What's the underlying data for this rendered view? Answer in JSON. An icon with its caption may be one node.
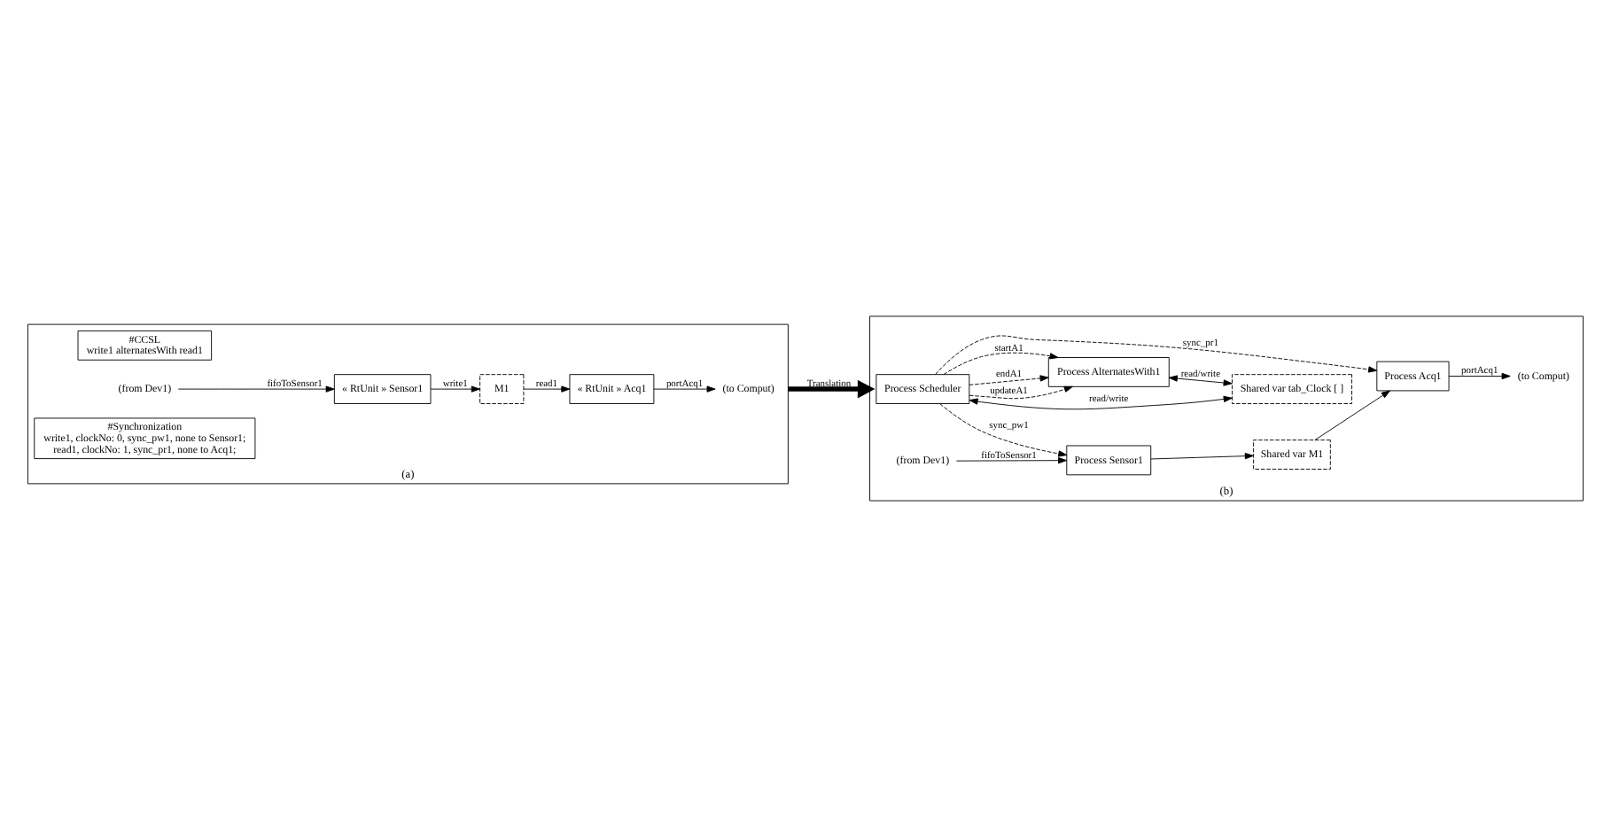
{
  "diagram": {
    "nodes": [
      {
        "text": [],
        "shape": "box",
        "beside": [
          "(a)"
        ]
      },
      {
        "text": [
          "#CCSL",
          "write1 alternatesWith read1"
        ],
        "in": 0
      },
      {
        "text": [
          "« RtUnit » Sensor1"
        ],
        "in": 0
      },
      {
        "text": [
          "M1"
        ],
        "in": 0
      },
      {
        "text": [
          "« RtUnit » Acq1"
        ],
        "in": 0
      },
      {
        "text": [
          "(from Dev1)"
        ],
        "in": 0
      },
      {
        "text": [
          "(to Comput)"
        ],
        "in": 0
      },
      {
        "text": [
          "#Synchronization",
          "write1, clockNo: 0, sync_pw1, none to Sensor1;",
          "read1, clockNo: 1, sync_pr1, none to Acq1;"
        ],
        "in": 0
      },
      {
        "text": [],
        "shape": "box",
        "beside": [
          "(b)"
        ]
      },
      {
        "text": [
          "Shared var tab_Clock [ ]"
        ],
        "in": 8
      },
      {
        "text": [
          "Process Scheduler"
        ],
        "in": 8
      },
      {
        "text": [
          "Process AlternatesWith1"
        ],
        "in": 8
      },
      {
        "text": [
          "Process Sensor1"
        ],
        "in": 8
      },
      {
        "text": [
          "Shared var M1"
        ],
        "in": 8
      },
      {
        "text": [
          "Process Acq1"
        ],
        "in": 8
      },
      {
        "text": [
          "(from Dev1)"
        ],
        "in": 8
      },
      {
        "text": [
          "(to Comput)"
        ],
        "in": 8
      }
    ],
    "edges": [
      {
        "from": 2,
        "to": 3,
        "arrow": "to",
        "label": "write1"
      },
      {
        "from": 3,
        "to": 4,
        "arrow": "to",
        "label": "read1"
      },
      {
        "from": 5,
        "to": 2,
        "arrow": "to",
        "label": "fifoToSensor1"
      },
      {
        "from": 4,
        "to": 6,
        "arrow": "to",
        "label": "portAcq1"
      },
      {
        "from": 0,
        "to": 8,
        "arrow": "to",
        "label": "Translation",
        "style": "thick"
      },
      {
        "from": 10,
        "to": 9,
        "arrow": "both",
        "label": "read/write"
      },
      {
        "from": 11,
        "to": 9,
        "arrow": "both",
        "label": "read/write"
      },
      {
        "from": 10,
        "to": 11,
        "arrow": "to",
        "label": "startA1",
        "style": "dashed"
      },
      {
        "from": 10,
        "to": 11,
        "arrow": "to",
        "label": "updateA1",
        "style": "dashed"
      },
      {
        "from": 10,
        "to": 11,
        "arrow": "to",
        "label": "endA1",
        "style": "dashed"
      },
      {
        "from": 10,
        "to": 12,
        "arrow": "to",
        "label": "sync_pw1",
        "style": "dashed"
      },
      {
        "from": 10,
        "to": 14,
        "arrow": "to",
        "label": "sync_pr1",
        "style": "dashed"
      },
      {
        "from": 12,
        "to": 13,
        "arrow": "to"
      },
      {
        "from": 13,
        "to": 14,
        "arrow": "to"
      },
      {
        "from": 15,
        "to": 12,
        "arrow": "to",
        "label": "fifoToSensor1"
      },
      {
        "from": 14,
        "to": 16,
        "arrow": "to",
        "label": "portAcq1"
      }
    ]
  }
}
